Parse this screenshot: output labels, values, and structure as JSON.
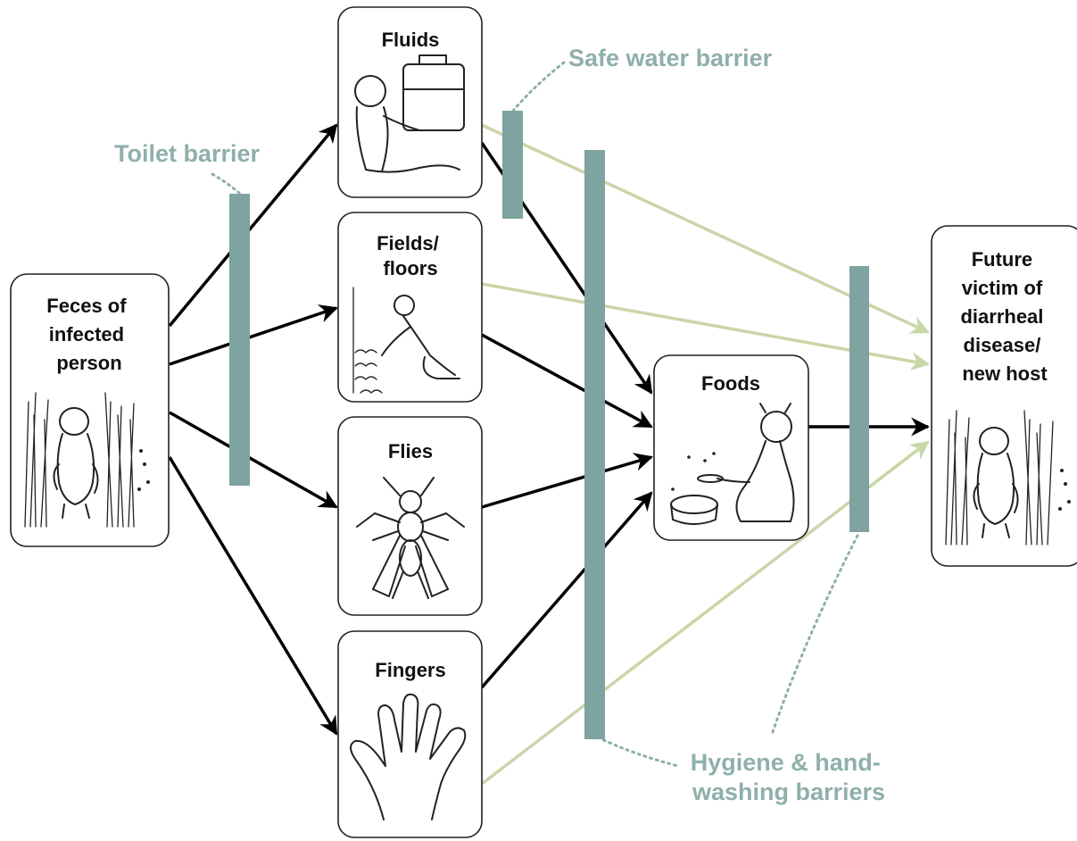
{
  "boxes": {
    "source": [
      "Feces of",
      "infected",
      "person"
    ],
    "fluids": [
      "Fluids"
    ],
    "fields": [
      "Fields/",
      "floors"
    ],
    "flies": [
      "Flies"
    ],
    "fingers": [
      "Fingers"
    ],
    "foods": [
      "Foods"
    ],
    "host": [
      "Future",
      "victim of",
      "diarrheal",
      "disease/",
      "new host"
    ]
  },
  "barriers": {
    "toilet": "Toilet barrier",
    "safe_water": "Safe water barrier",
    "hygiene": [
      "Hygiene & hand-",
      "washing barriers"
    ]
  },
  "colors": {
    "barrier": "#7fa3a0",
    "barrier_label": "#8fafab",
    "direct_path": "#000000",
    "bypass_path": "#c9d6a8"
  }
}
